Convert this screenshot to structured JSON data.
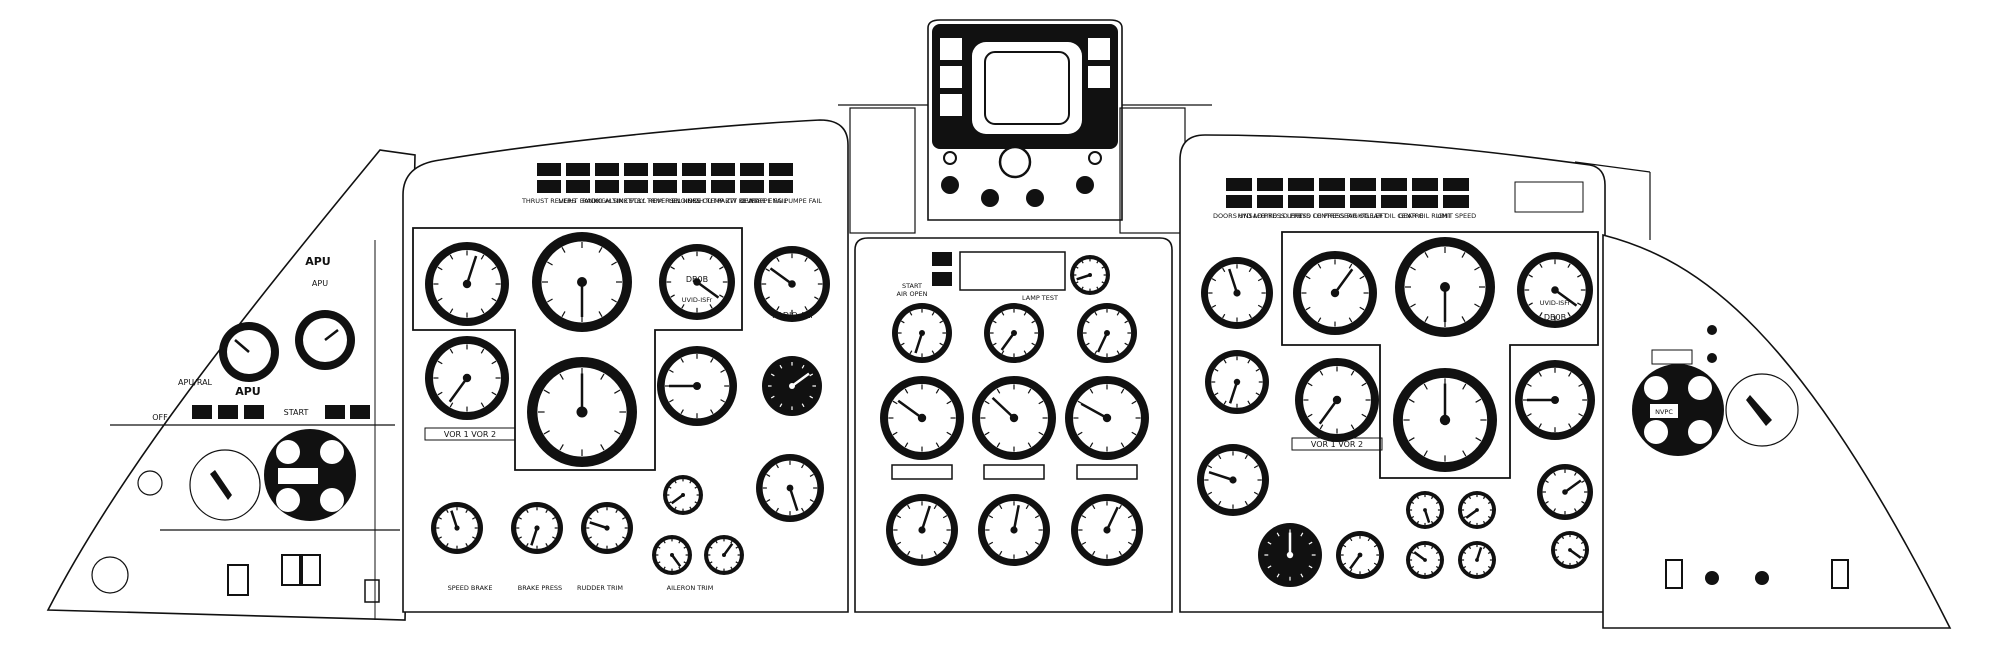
{
  "left_panel": {
    "apu_labels": [
      "APU",
      "APU",
      "APU",
      "APU/RAL"
    ],
    "start_label": "START",
    "off_label": "OFF"
  },
  "captain_panel": {
    "annunciators": [
      "THRUST REVERS",
      "LIGHT BANK",
      "RADIO ALTIMET",
      "HIGH SINK PULL REVERSE",
      "STBY TRIM FULL NOSE",
      "ENGINES OUT",
      "HIGH TEMP ZW LEVEL",
      "PARTT BE MAPPE FAIL",
      "CENTRE ENG PUMPE FAIL"
    ],
    "vor_selector": "VOR 1  VOR 2",
    "gauge_texts": [
      "RADIO ALT",
      "UVID-ISFr",
      "DB0B"
    ],
    "bottom_labels": [
      "SPEED BRAKE",
      "BRAKE PRESS",
      "RUDDER TRIM",
      "AILERON TRIM"
    ]
  },
  "center_panel": {
    "start_labels": [
      "START",
      "AIR OPEN"
    ],
    "lamp_test": "LAMP TEST"
  },
  "fo_panel": {
    "annunciators": [
      "DOORS UNSAFE",
      "HYD LO PRESS LEFT",
      "HYD LO PRESS CENTRE",
      "HYD LO PRESS RIGHT",
      "GEAR OIL LEFT",
      "GEAR OIL CENTRE",
      "GEAR OIL RIGHT",
      "LIMIT SPEED"
    ],
    "vor_selector": "VOR 1  VOR 2",
    "gauge_texts": [
      "UVID-ISFr",
      "DB0B"
    ]
  },
  "right_panel": {
    "labels": [
      "NVPC"
    ]
  }
}
